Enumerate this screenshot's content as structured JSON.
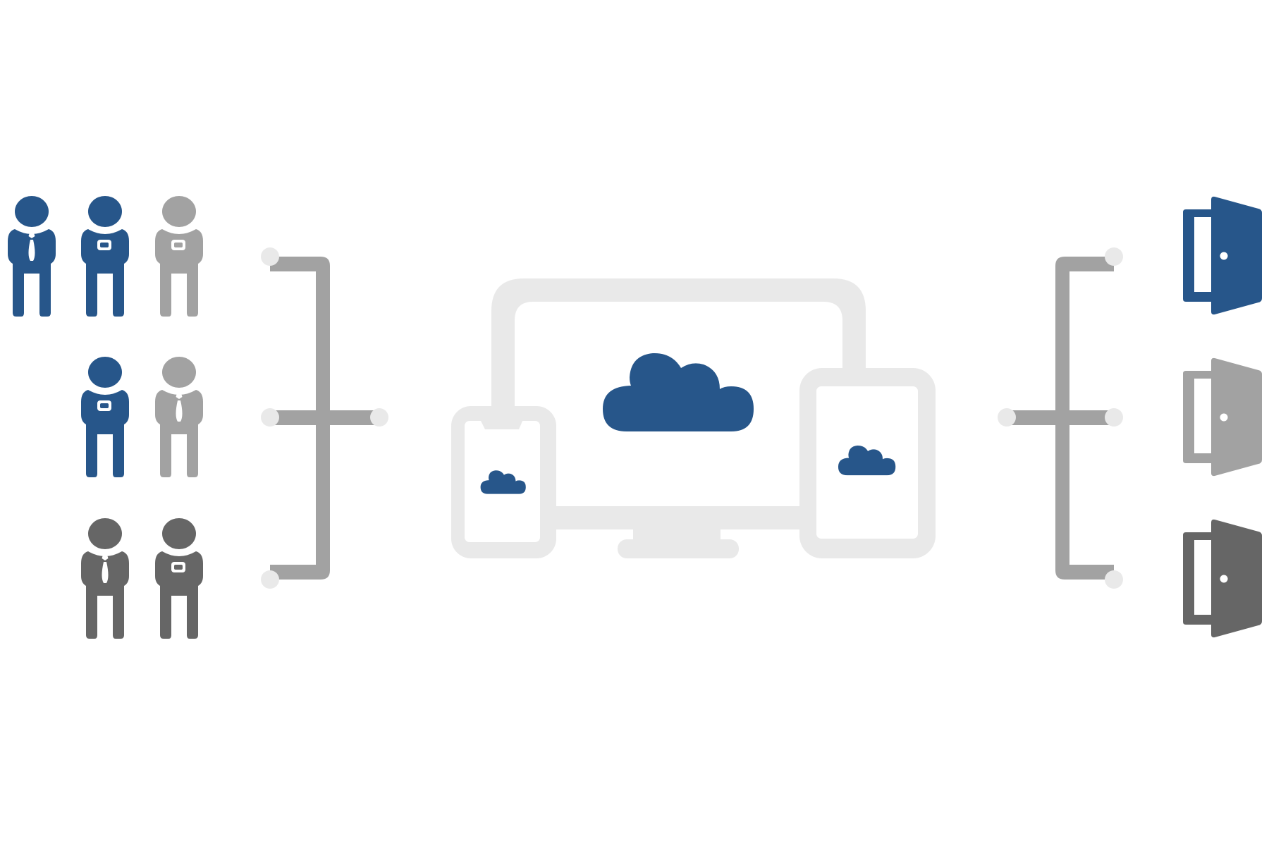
{
  "colors": {
    "blue": "#27568A",
    "light_gray": "#A2A2A2",
    "dark_gray": "#666666",
    "device": "#E9E9E9",
    "connector": "#A2A2A2",
    "connector_dot": "#E9E9E9"
  },
  "people": [
    {
      "row": 1,
      "col": 1,
      "variant": "tie",
      "color": "blue"
    },
    {
      "row": 1,
      "col": 2,
      "variant": "badge",
      "color": "blue"
    },
    {
      "row": 1,
      "col": 3,
      "variant": "badge",
      "color": "light_gray"
    },
    {
      "row": 2,
      "col": 2,
      "variant": "badge",
      "color": "blue"
    },
    {
      "row": 2,
      "col": 3,
      "variant": "tie",
      "color": "light_gray"
    },
    {
      "row": 3,
      "col": 2,
      "variant": "tie",
      "color": "dark_gray"
    },
    {
      "row": 3,
      "col": 3,
      "variant": "badge",
      "color": "dark_gray"
    }
  ],
  "doors": [
    {
      "row": 1,
      "color": "blue"
    },
    {
      "row": 2,
      "color": "light_gray"
    },
    {
      "row": 3,
      "color": "dark_gray"
    }
  ],
  "devices": [
    {
      "kind": "desktop-monitor",
      "icon": "cloud-icon"
    },
    {
      "kind": "phone",
      "icon": "cloud-icon"
    },
    {
      "kind": "tablet",
      "icon": "cloud-icon"
    }
  ]
}
